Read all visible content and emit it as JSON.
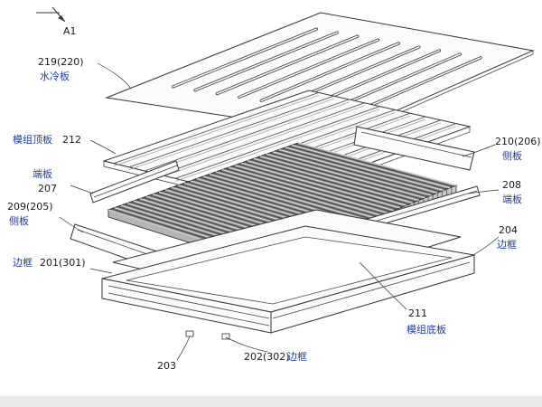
{
  "figure": {
    "view_label": "A1",
    "labels": {
      "water_plate": {
        "number": "219(220)",
        "name": "水冷板"
      },
      "top_plate": {
        "name": "模组顶板",
        "number": "212"
      },
      "side_plate_right": {
        "number": "210(206)",
        "name": "侧板"
      },
      "end_plate_left": {
        "name": "端板",
        "number": "207"
      },
      "end_plate_right": {
        "number": "208",
        "name": "端板"
      },
      "side_plate_left": {
        "number": "209(205)",
        "name": "侧板"
      },
      "frame_right": {
        "number": "204",
        "name": "边框"
      },
      "frame_left": {
        "name": "边框",
        "number": "201(301)"
      },
      "bottom_plate": {
        "number": "211",
        "name": "模组底板"
      },
      "frame_front_corner": {
        "number": "203"
      },
      "frame_front": {
        "number": "202(302)",
        "name": "边框"
      }
    }
  }
}
